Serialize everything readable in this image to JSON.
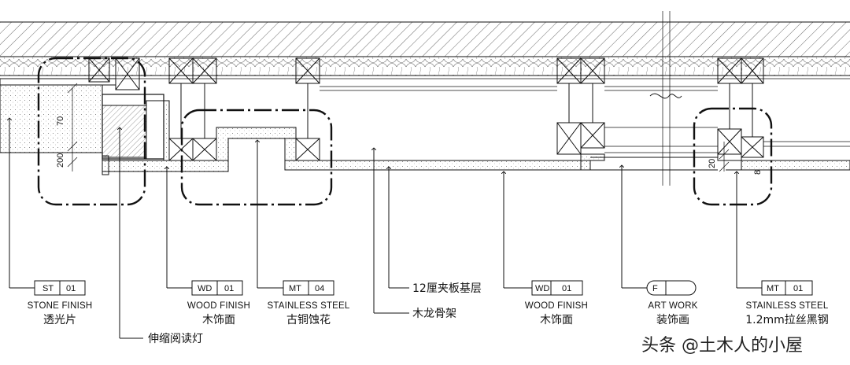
{
  "callouts": [
    {
      "code": "ST",
      "num": "01",
      "en": "STONE FINISH",
      "cn": "透光片"
    },
    {
      "code": "WD",
      "num": "01",
      "en": "WOOD FINISH",
      "cn": "木饰面"
    },
    {
      "code": "MT",
      "num": "04",
      "en": "STAINLESS STEEL",
      "cn": "古铜蚀花"
    },
    {
      "code": "WD",
      "num": "01",
      "en": "WOOD FINISH",
      "cn": "木饰面"
    },
    {
      "code": "F",
      "num": "",
      "en": "ART WORK",
      "cn": "装饰画"
    },
    {
      "code": "MT",
      "num": "01",
      "en": "STAINLESS STEEL",
      "cn": "1.2mm拉丝黑钢"
    }
  ],
  "notes": {
    "plywood": "12厘夹板基层",
    "keel": "木龙骨架",
    "reading_light": "伸缩阅读灯"
  },
  "dimensions": {
    "d70": "70",
    "d200": "200",
    "d20": "20",
    "d8": "8"
  },
  "watermark": "头条 @土木人的小屋"
}
